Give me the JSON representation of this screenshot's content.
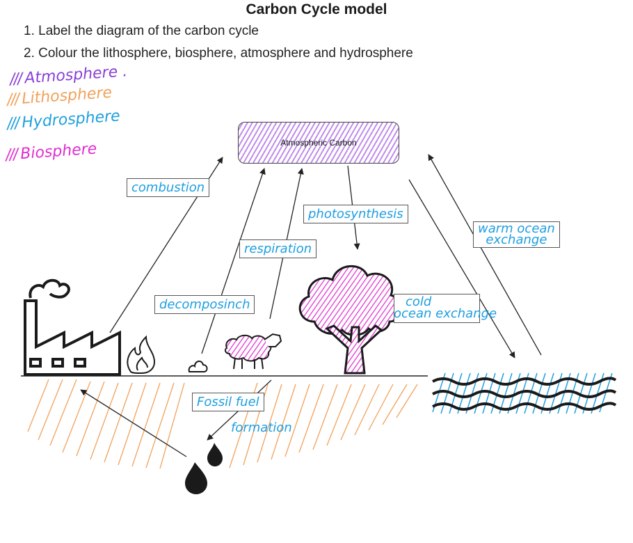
{
  "title": "Carbon Cycle model",
  "instructions": [
    "1. Label the diagram of the carbon cycle",
    "2. Colour the lithosphere, biosphere, atmosphere and hydrosphere"
  ],
  "legend": {
    "atmosphere": "Atmosphere .",
    "lithosphere": "Lithosphere",
    "hydrosphere": "Hydrosphere",
    "biosphere": "Biosphere"
  },
  "atmosphere_box": "Atmospheric Carbon",
  "labels": {
    "combustion": "combustion",
    "photosynthesis": "photosynthesis",
    "respiration": "respiration",
    "warm_ocean_1": "warm ocean",
    "warm_ocean_2": "exchange",
    "decomposition": "decomposinch",
    "cold_ocean_1": "cold",
    "cold_ocean_2": "ocean exchange",
    "fossil_fuel_1": "Fossil fuel",
    "fossil_fuel_2": "formation"
  },
  "colors": {
    "atmosphere": "#9c4fe0",
    "lithosphere": "#f1a15a",
    "hydrosphere": "#1fa0dc",
    "biosphere": "#e02fd0",
    "ink": "#1a1a1a"
  },
  "icons": [
    "factory-icon",
    "fire-icon",
    "dung-icon",
    "sheep-icon",
    "tree-icon",
    "ocean-waves-icon",
    "oil-drops-icon"
  ]
}
